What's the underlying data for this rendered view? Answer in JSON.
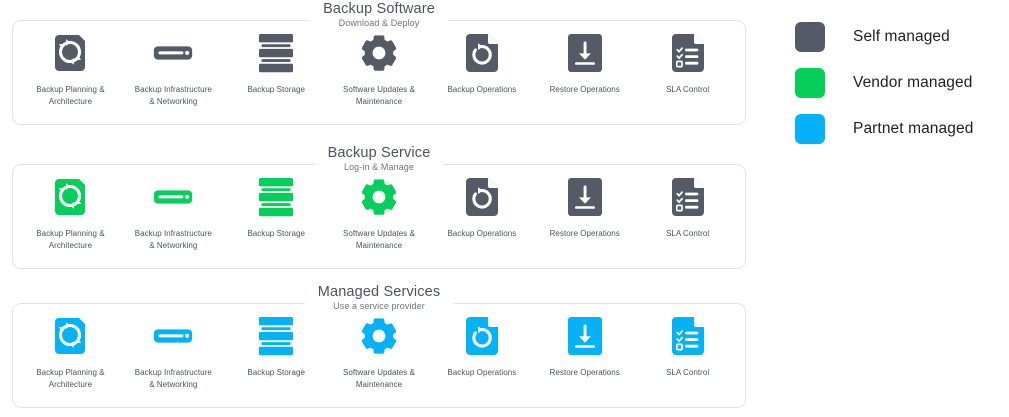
{
  "colors": {
    "self_managed": "#545b66",
    "vendor_managed": "#06ce5b",
    "partner_managed": "#06b2f7",
    "panel_border": "#e2e4e6",
    "text_dark": "#4c545e",
    "text_sub": "#6f767e",
    "legend_text": "#1c2024",
    "background": "#ffffff"
  },
  "panels": [
    {
      "title": "Backup Software",
      "subtitle": "Download & Deploy",
      "accent": "#545b66",
      "accent_name": "self-managed",
      "items": [
        {
          "icon": "sync-arrows-icon",
          "label": "Backup Planning &\nArchitecture"
        },
        {
          "icon": "network-appliance-icon",
          "label": "Backup Infrastructure\n& Networking"
        },
        {
          "icon": "storage-stack-icon",
          "label": "Backup Storage"
        },
        {
          "icon": "gear-icon",
          "label": "Software Updates &\nMaintenance"
        },
        {
          "icon": "document-refresh-icon",
          "label": "Backup Operations"
        },
        {
          "icon": "download-arrow-icon",
          "label": "Restore Operations"
        },
        {
          "icon": "checklist-document-icon",
          "label": "SLA Control"
        }
      ]
    },
    {
      "title": "Backup Service",
      "subtitle": "Log-in & Manage",
      "accent": "#06ce5b",
      "accent_name": "vendor-managed",
      "items": [
        {
          "icon": "sync-arrows-icon",
          "label": "Backup Planning &\nArchitecture",
          "color": "#06ce5b"
        },
        {
          "icon": "network-appliance-icon",
          "label": "Backup Infrastructure\n& Networking",
          "color": "#06ce5b"
        },
        {
          "icon": "storage-stack-icon",
          "label": "Backup Storage",
          "color": "#06ce5b"
        },
        {
          "icon": "gear-icon",
          "label": "Software Updates &\nMaintenance",
          "color": "#06ce5b"
        },
        {
          "icon": "document-refresh-icon",
          "label": "Backup Operations",
          "color": "#545b66"
        },
        {
          "icon": "download-arrow-icon",
          "label": "Restore Operations",
          "color": "#545b66"
        },
        {
          "icon": "checklist-document-icon",
          "label": "SLA Control",
          "color": "#545b66"
        }
      ]
    },
    {
      "title": "Managed Services",
      "subtitle": "Use a service provider",
      "accent": "#06b2f7",
      "accent_name": "partner-managed",
      "items": [
        {
          "icon": "sync-arrows-icon",
          "label": "Backup Planning &\nArchitecture"
        },
        {
          "icon": "network-appliance-icon",
          "label": "Backup Infrastructure\n& Networking"
        },
        {
          "icon": "storage-stack-icon",
          "label": "Backup Storage"
        },
        {
          "icon": "gear-icon",
          "label": "Software Updates &\nMaintenance"
        },
        {
          "icon": "document-refresh-icon",
          "label": "Backup Operations"
        },
        {
          "icon": "download-arrow-icon",
          "label": "Restore Operations"
        },
        {
          "icon": "checklist-document-icon",
          "label": "SLA Control"
        }
      ]
    }
  ],
  "legend": {
    "items": [
      {
        "label": "Self managed",
        "color": "#545b66"
      },
      {
        "label": "Vendor managed",
        "color": "#06ce5b"
      },
      {
        "label": "Partnet managed",
        "color": "#06b2f7"
      }
    ]
  }
}
